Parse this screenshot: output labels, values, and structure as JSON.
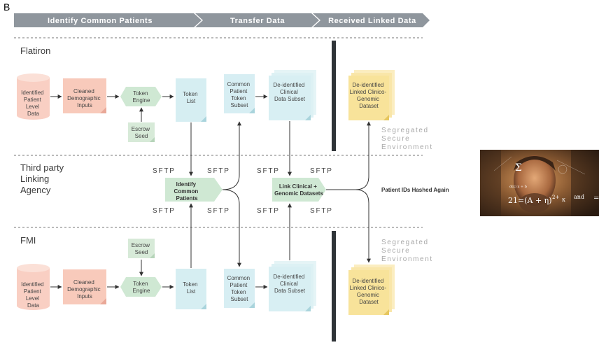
{
  "panel_label": "B",
  "phases": [
    "Identify Common Patients",
    "Transfer Data",
    "Received Linked Data"
  ],
  "lanes": {
    "flatiron": "Flatiron",
    "third_party": [
      "Third party",
      "Linking",
      "Agency"
    ],
    "fmi": "FMI"
  },
  "boxes": {
    "patient_data": [
      "Identified",
      "Patient",
      "Level",
      "Data"
    ],
    "cleaned": [
      "Cleaned",
      "Demographic",
      "Inputs"
    ],
    "token_engine": [
      "Token",
      "Engine"
    ],
    "escrow": [
      "Escrow",
      "Seed"
    ],
    "token_list": [
      "Token",
      "List"
    ],
    "common_subset": [
      "Common",
      "Patient",
      "Token",
      "Subset"
    ],
    "deid_subset": [
      "De-identified",
      "Clinical",
      "Data Subset"
    ],
    "linked_dataset": [
      "De-identified",
      "Linked Clinico-",
      "Genomic",
      "Dataset"
    ],
    "identify_common": [
      "Identify",
      "Common",
      "Patients"
    ],
    "link_clinical": [
      "Link Clinical +",
      "Genomic Datasets"
    ]
  },
  "sftp": "SFTP",
  "segregated": [
    "Segregated",
    "Secure",
    "Environment"
  ],
  "hashed_note": "Patient IDs Hashed Again",
  "meme_formulas": {
    "sigma": "Σ",
    "small": "d(x) x + b",
    "main": "21=(A + η)",
    "exp": "2+",
    "kappa": "κ",
    "and": "and",
    "eq": "="
  },
  "colors": {
    "chevron": "#8f969d",
    "patient": "#f9cfc3",
    "cleaned": "#f8cabb",
    "token_engine": "#cfe8d3",
    "escrow": "#d7ead8",
    "token_list": "#d6eef2",
    "common_subset": "#d7eef3",
    "deid": "#d8eff3",
    "linked": "#f8e39a",
    "link_box": "#cfe8d3",
    "divider": "#2f3438"
  }
}
